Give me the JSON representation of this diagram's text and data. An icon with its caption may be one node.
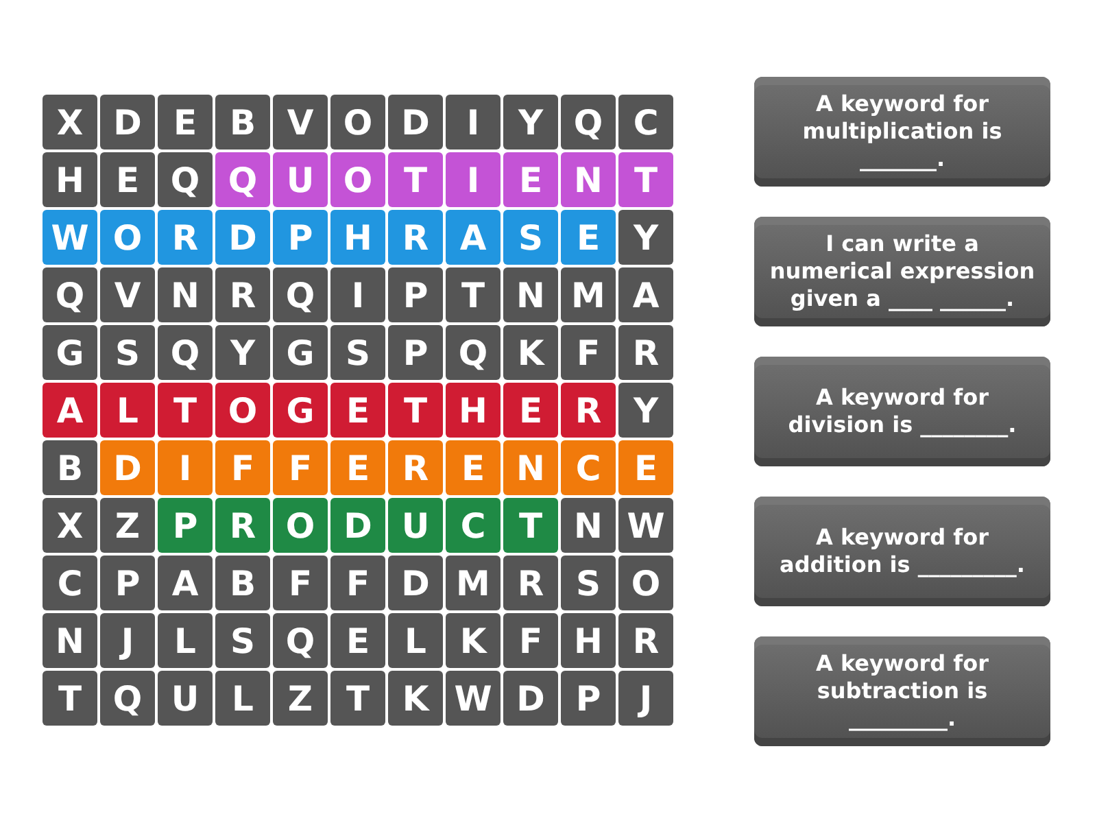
{
  "diagram": {
    "nodes": [
      {
        "text": [
          "A keyword for multiplication is _______."
        ]
      },
      {
        "text": [
          "I can write a numerical expression given a ____ ______."
        ]
      },
      {
        "text": [
          "A keyword for division is ________."
        ]
      },
      {
        "text": [
          "A keyword for addition is _________."
        ]
      },
      {
        "text": [
          "A keyword for subtraction is _________."
        ]
      }
    ],
    "labels": [
      "X",
      "D",
      "E",
      "B",
      "V",
      "O",
      "D",
      "I",
      "Y",
      "Q",
      "C",
      "H",
      "E",
      "Q",
      "Q",
      "U",
      "O",
      "T",
      "I",
      "E",
      "N",
      "T",
      "W",
      "O",
      "R",
      "D",
      "P",
      "H",
      "R",
      "A",
      "S",
      "E",
      "Y",
      "Q",
      "V",
      "N",
      "R",
      "Q",
      "I",
      "P",
      "T",
      "N",
      "M",
      "A",
      "G",
      "S",
      "Q",
      "Y",
      "G",
      "S",
      "P",
      "Q",
      "K",
      "F",
      "R",
      "A",
      "L",
      "T",
      "O",
      "G",
      "E",
      "T",
      "H",
      "E",
      "R",
      "Y",
      "B",
      "D",
      "I",
      "F",
      "F",
      "E",
      "R",
      "E",
      "N",
      "C",
      "E",
      "X",
      "Z",
      "P",
      "R",
      "O",
      "D",
      "U",
      "C",
      "T",
      "N",
      "W",
      "C",
      "P",
      "A",
      "B",
      "F",
      "F",
      "D",
      "M",
      "R",
      "S",
      "O",
      "N",
      "J",
      "L",
      "S",
      "Q",
      "E",
      "L",
      "K",
      "F",
      "H",
      "R",
      "T",
      "Q",
      "U",
      "L",
      "Z",
      "T",
      "K",
      "W",
      "D",
      "P",
      "J"
    ]
  }
}
